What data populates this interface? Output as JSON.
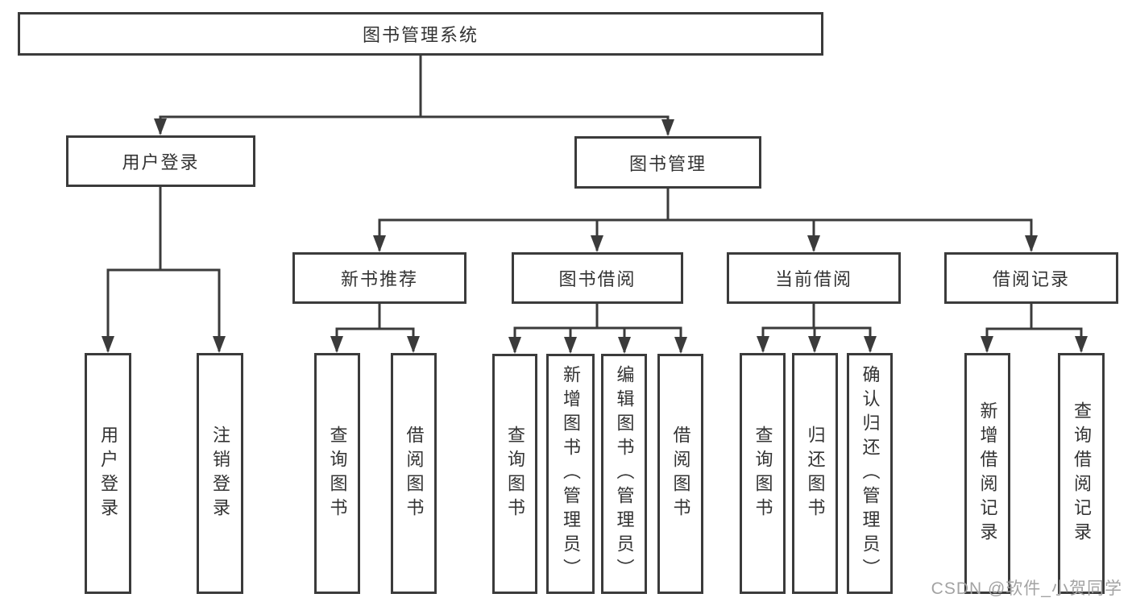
{
  "diagram": {
    "type": "hierarchy-tree",
    "colors": {
      "line": "#3b3b3b",
      "box_border": "#3b3b3b",
      "text": "#333333",
      "background": "#ffffff",
      "watermark": "#a3a3a3"
    },
    "tree": {
      "label": "图书管理系统",
      "children": [
        {
          "label": "用户登录",
          "children": [
            {
              "label": "用户登录"
            },
            {
              "label": "注销登录"
            }
          ]
        },
        {
          "label": "图书管理",
          "children": [
            {
              "label": "新书推荐",
              "children": [
                {
                  "label": "查询图书"
                },
                {
                  "label": "借阅图书"
                }
              ]
            },
            {
              "label": "图书借阅",
              "children": [
                {
                  "label": "查询图书"
                },
                {
                  "label": "新增图书（管理员）"
                },
                {
                  "label": "编辑图书（管理员）"
                },
                {
                  "label": "借阅图书"
                }
              ]
            },
            {
              "label": "当前借阅",
              "children": [
                {
                  "label": "查询图书"
                },
                {
                  "label": "归还图书"
                },
                {
                  "label": "确认归还（管理员）"
                }
              ]
            },
            {
              "label": "借阅记录",
              "children": [
                {
                  "label": "新增借阅记录"
                },
                {
                  "label": "查询借阅记录"
                }
              ]
            }
          ]
        }
      ]
    },
    "watermark": {
      "text": "CSDN @软件_小贺同学"
    }
  }
}
